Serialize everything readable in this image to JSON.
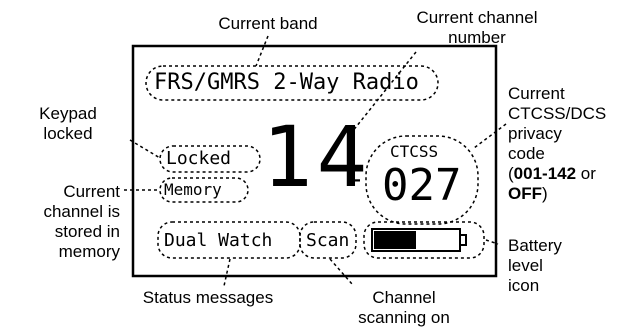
{
  "display": {
    "title": "FRS/GMRS 2-Way Radio",
    "locked": "Locked",
    "memory": "Memory",
    "channel": "14",
    "dash": "-",
    "code_type": "CTCSS",
    "code_value": "027",
    "dual_watch": "Dual Watch",
    "scan": "Scan",
    "battery_level": 0.5
  },
  "callouts": {
    "current_band": "Current band",
    "current_channel_number": [
      "Current channel",
      "number"
    ],
    "keypad_locked": [
      "Keypad",
      "locked"
    ],
    "current_channel_memory": [
      "Current",
      "channel is",
      "stored in",
      "memory"
    ],
    "privacy_code": [
      "Current",
      "CTCSS/DCS",
      "privacy",
      "code"
    ],
    "privacy_range_prefix": "(",
    "privacy_range_low": "001-142",
    "privacy_range_or": " or",
    "privacy_range_off": "OFF",
    "privacy_range_suffix": ")",
    "battery_level_icon": [
      "Battery",
      "level",
      "icon"
    ],
    "status_messages": "Status messages",
    "channel_scanning": [
      "Channel",
      "scanning on"
    ]
  }
}
